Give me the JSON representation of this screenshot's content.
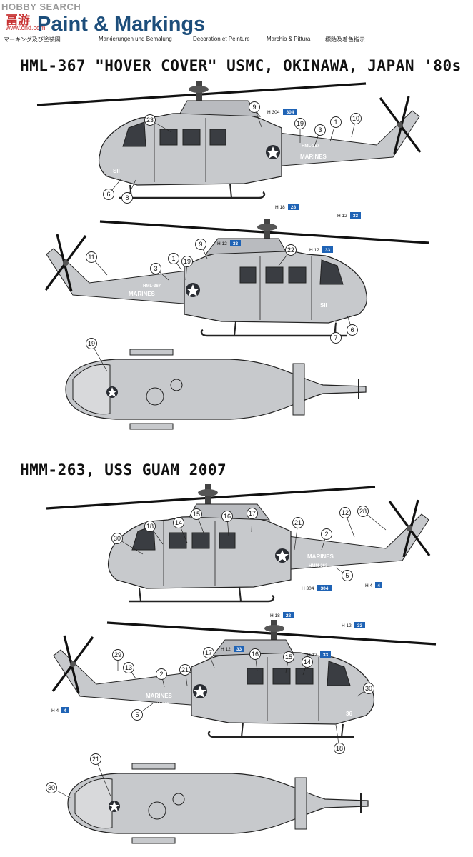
{
  "header": {
    "watermark": "HOBBY SEARCH",
    "watermark_cn": "畐游",
    "watermark_url": "www.cnd.com",
    "title": "Paint & Markings",
    "subtitles": [
      "マーキング及び塗装図",
      "Markierungen und Bemalung",
      "Decoration et Peinture",
      "Marchio & Pittura",
      "標貼及着色指示"
    ]
  },
  "sections": [
    {
      "title": "HML-367 \"HOVER COVER\" USMC, OKINAWA, JAPAN '80s",
      "callouts": [
        "23",
        "9",
        "19",
        "3",
        "1",
        "10",
        "6",
        "8",
        "11",
        "3",
        "1",
        "19",
        "9",
        "22",
        "7",
        "6",
        "19"
      ],
      "color_codes": [
        {
          "prefix": "H",
          "number": "304",
          "box": "304"
        },
        {
          "prefix": "H",
          "number": "18",
          "box": "28"
        },
        {
          "prefix": "H",
          "number": "12",
          "box": "33"
        },
        {
          "prefix": "H",
          "number": "12",
          "box": "33"
        },
        {
          "prefix": "H",
          "number": "12",
          "box": "33"
        }
      ],
      "markings": {
        "side": "MARINES",
        "side_small": "HML-367",
        "nose": "SII"
      }
    },
    {
      "title": "HMM-263, USS GUAM 2007",
      "callouts": [
        "30",
        "18",
        "14",
        "15",
        "16",
        "17",
        "21",
        "2",
        "12",
        "28",
        "5",
        "29",
        "13",
        "2",
        "21",
        "5",
        "17",
        "16",
        "15",
        "14",
        "30",
        "18",
        "21",
        "30"
      ],
      "color_codes": [
        {
          "prefix": "H",
          "number": "304",
          "box": "304"
        },
        {
          "prefix": "H",
          "number": "4",
          "box": "4"
        },
        {
          "prefix": "H",
          "number": "18",
          "box": "28"
        },
        {
          "prefix": "H",
          "number": "12",
          "box": "33"
        },
        {
          "prefix": "H",
          "number": "12",
          "box": "33"
        },
        {
          "prefix": "H",
          "number": "12",
          "box": "33"
        },
        {
          "prefix": "H",
          "number": "4",
          "box": "4"
        }
      ],
      "markings": {
        "side": "MARINES",
        "side_small": "HMM-263",
        "nose": "36"
      }
    }
  ],
  "colors": {
    "title": "#1d4e7b",
    "code_box": "#1f63b5",
    "aircraft_gray": "#c7c9cc",
    "outline": "#222222",
    "watermark_red": "#c83232"
  }
}
